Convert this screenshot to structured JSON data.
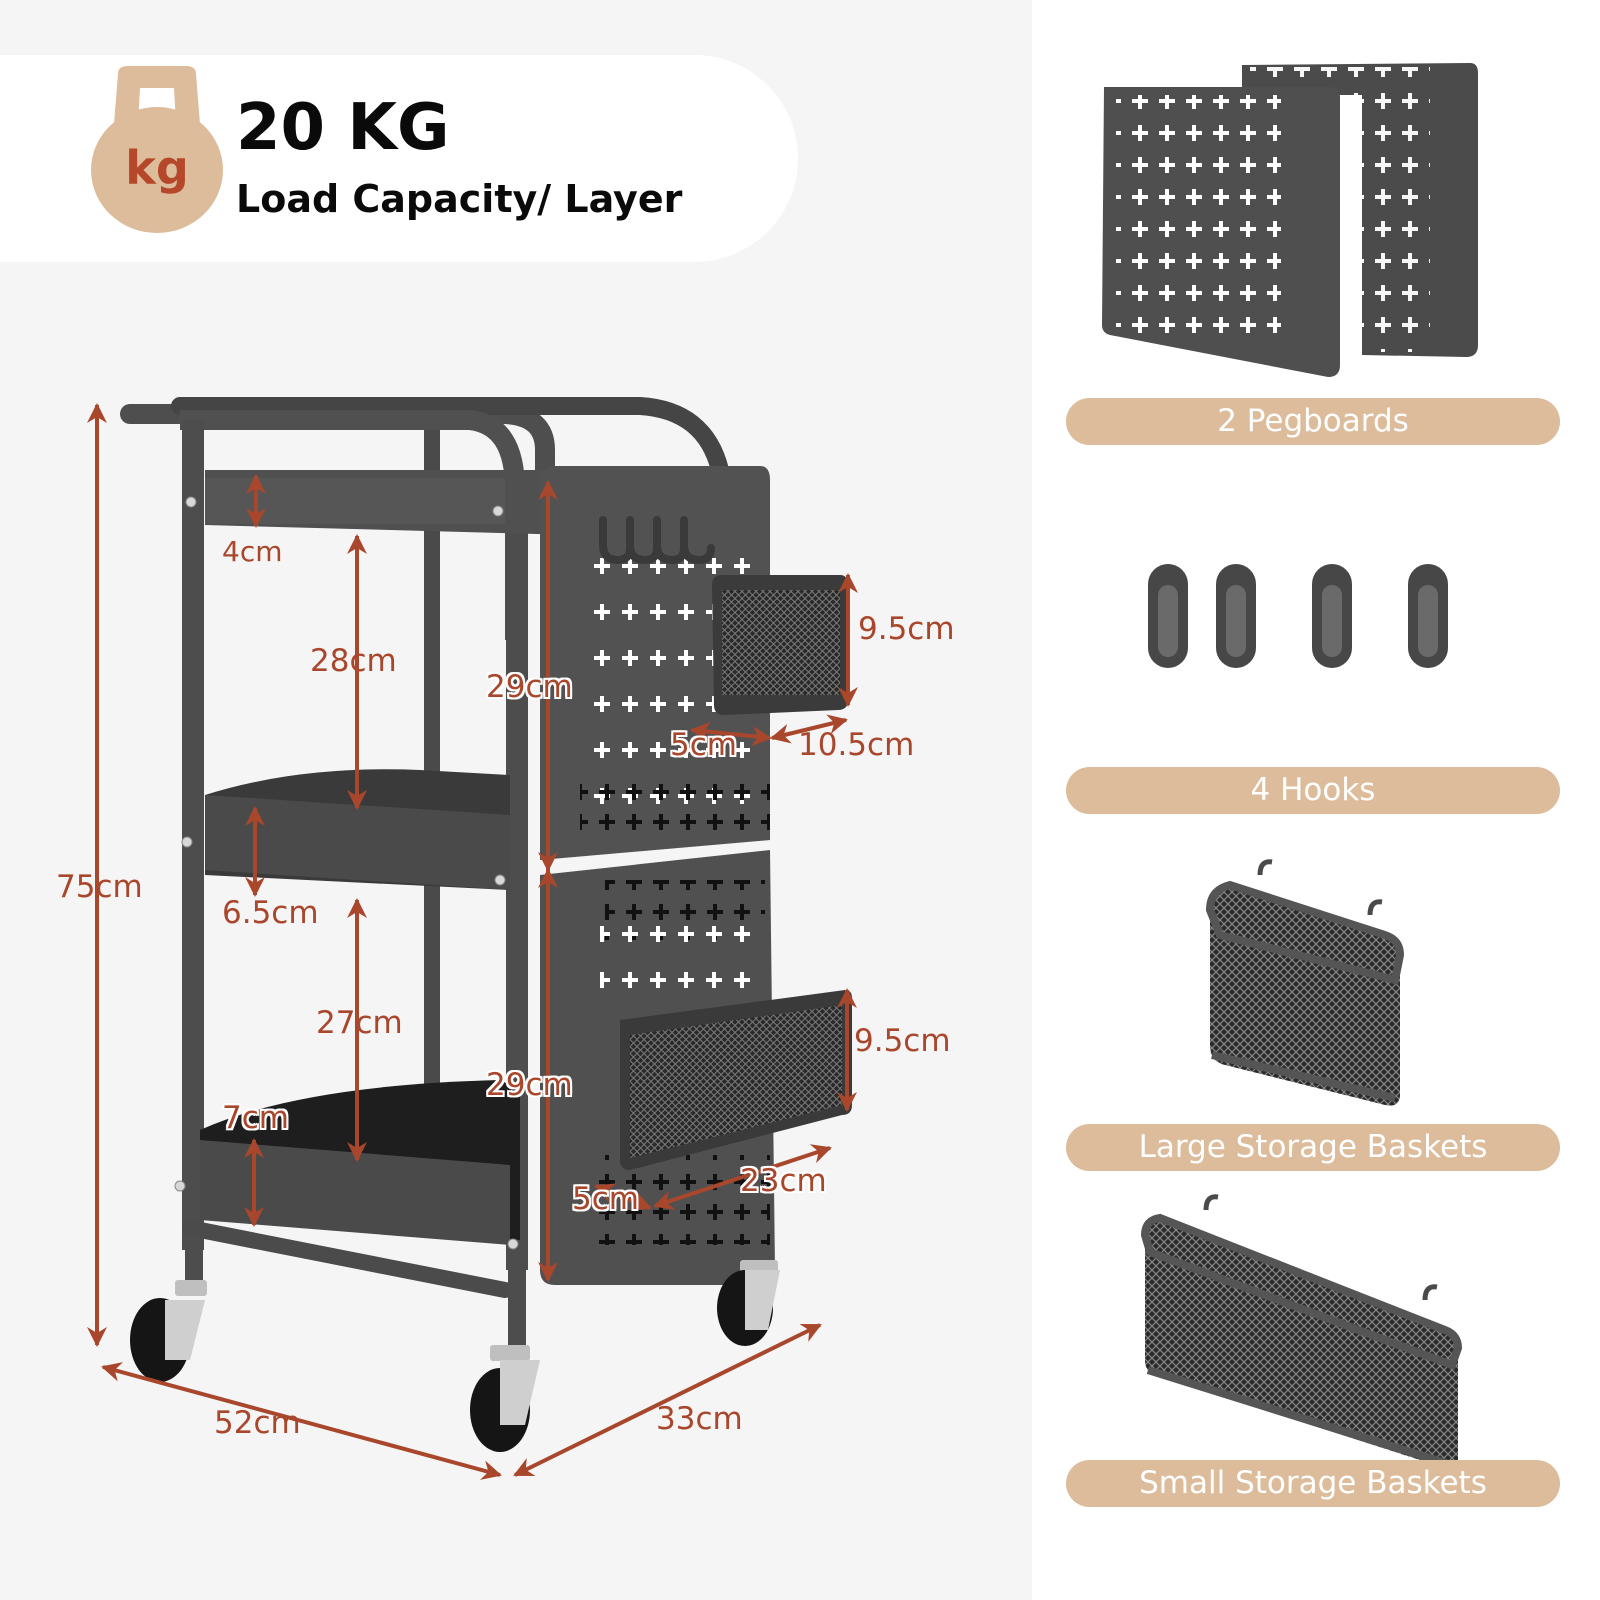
{
  "capacity": {
    "icon": "kettlebell-icon",
    "icon_text": "kg",
    "value": "20 KG",
    "label": "Load Capacity/ Layer"
  },
  "dimensions": {
    "total_height": "75cm",
    "top_tray_depth": "4cm",
    "top_gap": "28cm",
    "middle_tray_depth": "6.5cm",
    "lower_gap": "27cm",
    "bottom_tray_depth": "7cm",
    "upper_pegboard_height": "29cm",
    "lower_pegboard_height": "29cm",
    "small_basket_height": "9.5cm",
    "small_basket_depth": "5cm",
    "small_basket_width": "10.5cm",
    "large_basket_height": "9.5cm",
    "large_basket_depth": "5cm",
    "large_basket_width": "23cm",
    "length": "52cm",
    "width": "33cm"
  },
  "accessories": [
    {
      "label": "2 Pegboards",
      "icon": "pegboard-icon"
    },
    {
      "label": "4 Hooks",
      "icon": "hook-icon"
    },
    {
      "label": "Large Storage Baskets",
      "icon": "mesh-basket-icon"
    },
    {
      "label": "Small Storage Baskets",
      "icon": "mesh-basket-long-icon"
    }
  ],
  "colors": {
    "background_left": "#f5f5f5",
    "background_right": "#ffffff",
    "accent_tan": "#dcbc9b",
    "dimension_rust": "#a9472c",
    "product_gray": "#4a4a4a"
  }
}
